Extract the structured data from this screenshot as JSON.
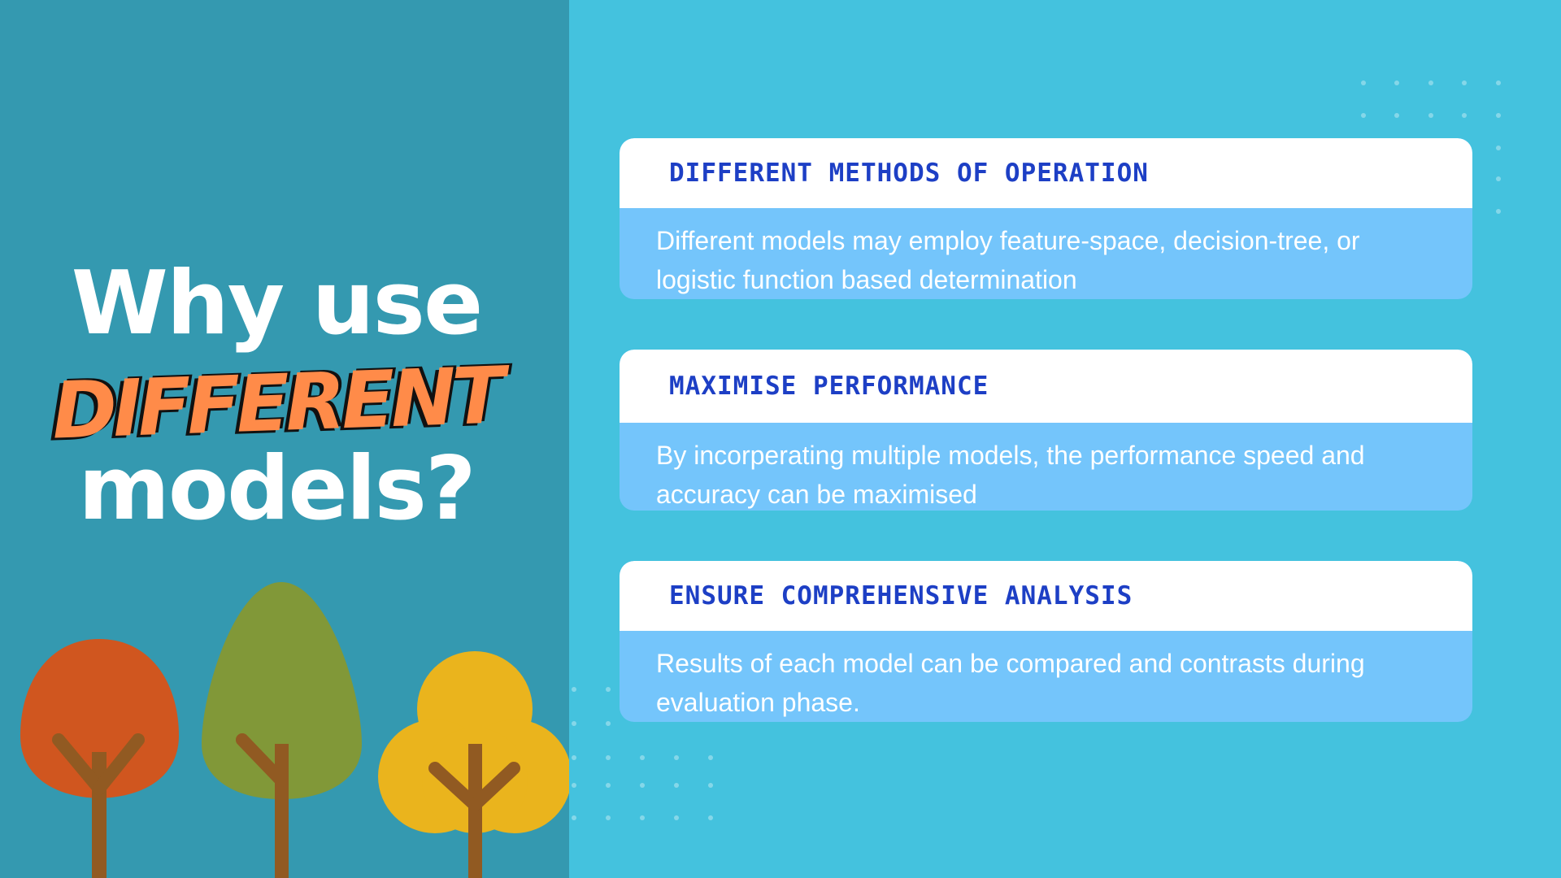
{
  "headline": {
    "line1": "Why use",
    "accent": "DIFFERENT",
    "line3": "models?"
  },
  "cards": [
    {
      "title": "DIFFERENT METHODS OF OPERATION",
      "body": "Different models may employ feature-space, decision-tree, or logistic function based determination"
    },
    {
      "title": "MAXIMISE PERFORMANCE",
      "body": "By incorperating multiple models, the performance speed and accuracy can be maximised"
    },
    {
      "title": "ENSURE COMPREHENSIVE ANALYSIS",
      "body": "Results of each model can be compared and contrasts during evaluation phase."
    }
  ],
  "colors": {
    "background": "#44c2de",
    "left_panel": "#3499b0",
    "accent_text": "#ff8b49",
    "card_title": "#1d3fc5",
    "card_body_bg": "#74c5fb",
    "tree_red": "#d0561f",
    "tree_green": "#819838",
    "tree_yellow": "#eab41d",
    "trunk": "#915a22"
  }
}
